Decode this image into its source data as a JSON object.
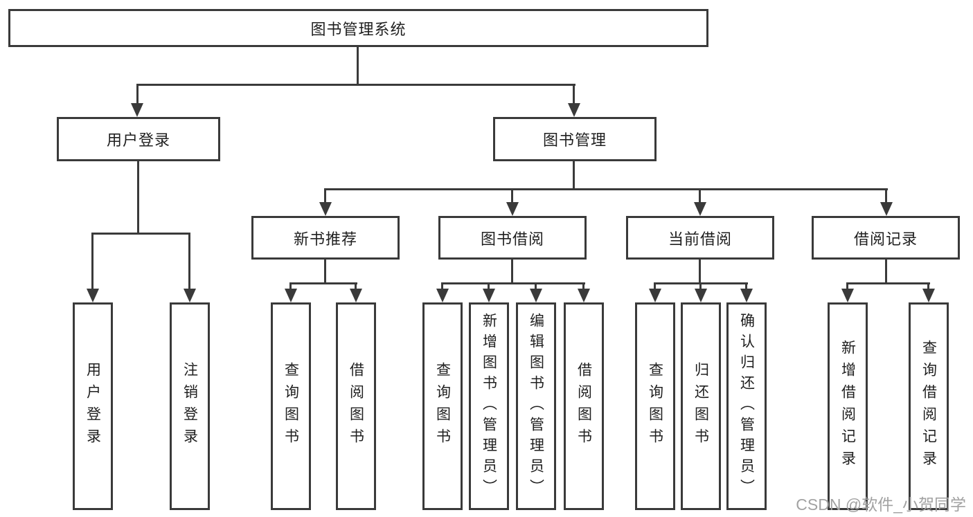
{
  "tree": {
    "label": "图书管理系统",
    "children": [
      {
        "label": "用户登录",
        "children": [
          {
            "label": "用户登录"
          },
          {
            "label": "注销登录"
          }
        ]
      },
      {
        "label": "图书管理",
        "children": [
          {
            "label": "新书推荐",
            "children": [
              {
                "label": "查询图书"
              },
              {
                "label": "借阅图书"
              }
            ]
          },
          {
            "label": "图书借阅",
            "children": [
              {
                "label": "查询图书"
              },
              {
                "label": "新增图书（管理员）"
              },
              {
                "label": "编辑图书（管理员）"
              },
              {
                "label": "借阅图书"
              }
            ]
          },
          {
            "label": "当前借阅",
            "children": [
              {
                "label": "查询图书"
              },
              {
                "label": "归还图书"
              },
              {
                "label": "确认归还（管理员）"
              }
            ]
          },
          {
            "label": "借阅记录",
            "children": [
              {
                "label": "新增借阅记录"
              },
              {
                "label": "查询借阅记录"
              }
            ]
          }
        ]
      }
    ]
  },
  "watermark": {
    "text": "CSDN @软件_小贺同学"
  },
  "colors": {
    "line": "#3a3a3a",
    "text": "#1f1f1f",
    "watermark": "#a2a2a2",
    "background": "#ffffff"
  }
}
